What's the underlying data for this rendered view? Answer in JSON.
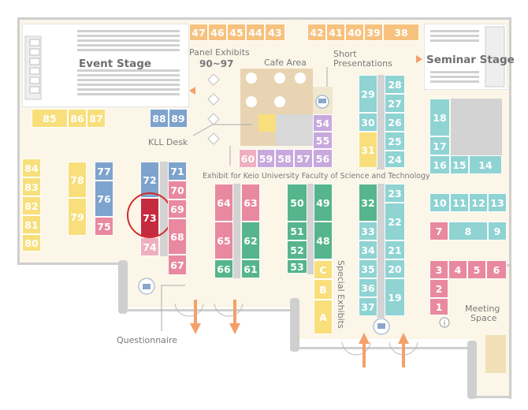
{
  "colors": {
    "orange": "#f6c27e",
    "yellow": "#f8df7c",
    "blue": "#7ea3cc",
    "pink": "#e8899f",
    "light_pink": "#eeb0bf",
    "green": "#56b58c",
    "teal": "#8fd3d3",
    "lavender": "#c8a9dd",
    "highlight_red": "#c52a40",
    "circle_red": "#d22b2b",
    "floor": "#fbf6e8",
    "cafe_floor": "#e8d4b3"
  },
  "labels": {
    "event_stage": "Event Stage",
    "seminar_stage": "Seminar Stage",
    "panel_exhibits": "Panel Exhibits",
    "panel_range": "90~97",
    "cafe_area": "Cafe Area",
    "short_presentations_1": "Short",
    "short_presentations_2": "Presentations",
    "kll_desk": "KLL Desk",
    "keio_exhibit": "Exhibit for Keio University Faculty of Science and Technology",
    "special_exhibits": "Special Exhibits",
    "questionnaire": "Questionnaire",
    "meeting_space_1": "Meeting",
    "meeting_space_2": "Space"
  },
  "highlighted_booth": "73",
  "booths": {
    "top_row": [
      "47",
      "46",
      "45",
      "44",
      "43",
      "42",
      "41",
      "40",
      "39",
      "38"
    ],
    "row_85": [
      "85",
      "86",
      "87"
    ],
    "row_88": [
      "88",
      "89"
    ],
    "col_84": [
      "84",
      "83",
      "82",
      "81",
      "80"
    ],
    "col_78": [
      "78",
      "79"
    ],
    "col_77": [
      "77",
      "76",
      "75"
    ],
    "col_72": [
      "72",
      "73",
      "74"
    ],
    "col_71": [
      "71",
      "70",
      "69",
      "68",
      "67"
    ],
    "col_64": [
      "64",
      "65",
      "66"
    ],
    "col_63": [
      "63",
      "62",
      "61"
    ],
    "col_50": [
      "50",
      "51",
      "52",
      "53"
    ],
    "col_49": [
      "49",
      "48"
    ],
    "special": [
      "C",
      "B",
      "A"
    ],
    "col_54": [
      "54",
      "55",
      "56"
    ],
    "row_60": [
      "60",
      "59",
      "58",
      "57"
    ],
    "col_29": [
      "29",
      "30",
      "31"
    ],
    "col_28": [
      "28",
      "27",
      "26",
      "25",
      "24"
    ],
    "col_32": [
      "32",
      "33",
      "34",
      "35",
      "36",
      "37"
    ],
    "col_23": [
      "23",
      "22",
      "21",
      "20",
      "19"
    ],
    "col_18": [
      "18",
      "17"
    ],
    "row_16": [
      "16",
      "15",
      "14"
    ],
    "row_10": [
      "10",
      "11",
      "12",
      "13"
    ],
    "row_7": [
      "7",
      "8",
      "9"
    ],
    "row_3": [
      "3",
      "4",
      "5",
      "6"
    ],
    "col_2": [
      "2",
      "1"
    ]
  }
}
